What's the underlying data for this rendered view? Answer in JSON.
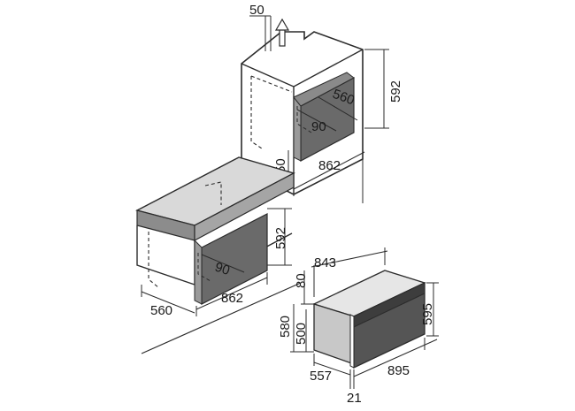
{
  "colors": {
    "line": "#2b2b2b",
    "cavity_dark": "#5e5e5e",
    "cavity_mid": "#8a8a8a",
    "worktop_top": "#d9d9d9",
    "worktop_front": "#8c8c8c",
    "oven_front": "#555555",
    "oven_side": "#c8c8c8",
    "oven_top": "#e6e6e6",
    "background": "#ffffff"
  },
  "icons": {
    "ventilation_arrow": "up-arrow-icon"
  },
  "labels": {
    "tall_vent_gap": "50",
    "tall_height": "592",
    "tall_depth": "560",
    "tall_corner": "90",
    "tall_bottom_gap": "50",
    "tall_width": "862",
    "under_height": "592",
    "under_corner": "90",
    "under_width": "862",
    "under_depth": "560",
    "oven_top_width": "843",
    "oven_control_height": "80",
    "oven_total_height": "580",
    "oven_body_height": "500",
    "oven_front_height": "595",
    "oven_depth": "557",
    "oven_front_thickness": "21",
    "oven_front_width": "895"
  }
}
